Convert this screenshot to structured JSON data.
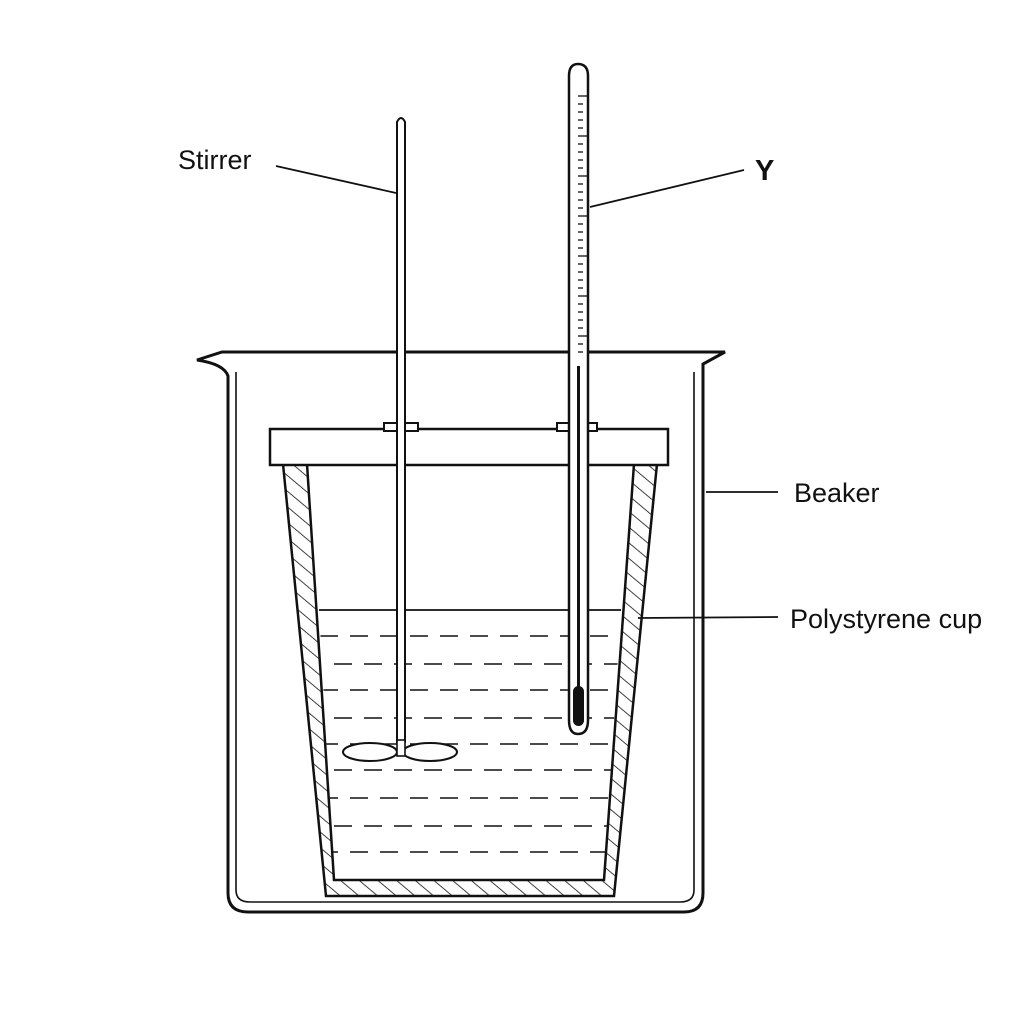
{
  "diagram": {
    "labels": {
      "stirrer": "Stirrer",
      "thermometer": "Y",
      "beaker": "Beaker",
      "cup": "Polystyrene cup"
    },
    "colors": {
      "ink": "#111111",
      "background": "#ffffff"
    }
  }
}
